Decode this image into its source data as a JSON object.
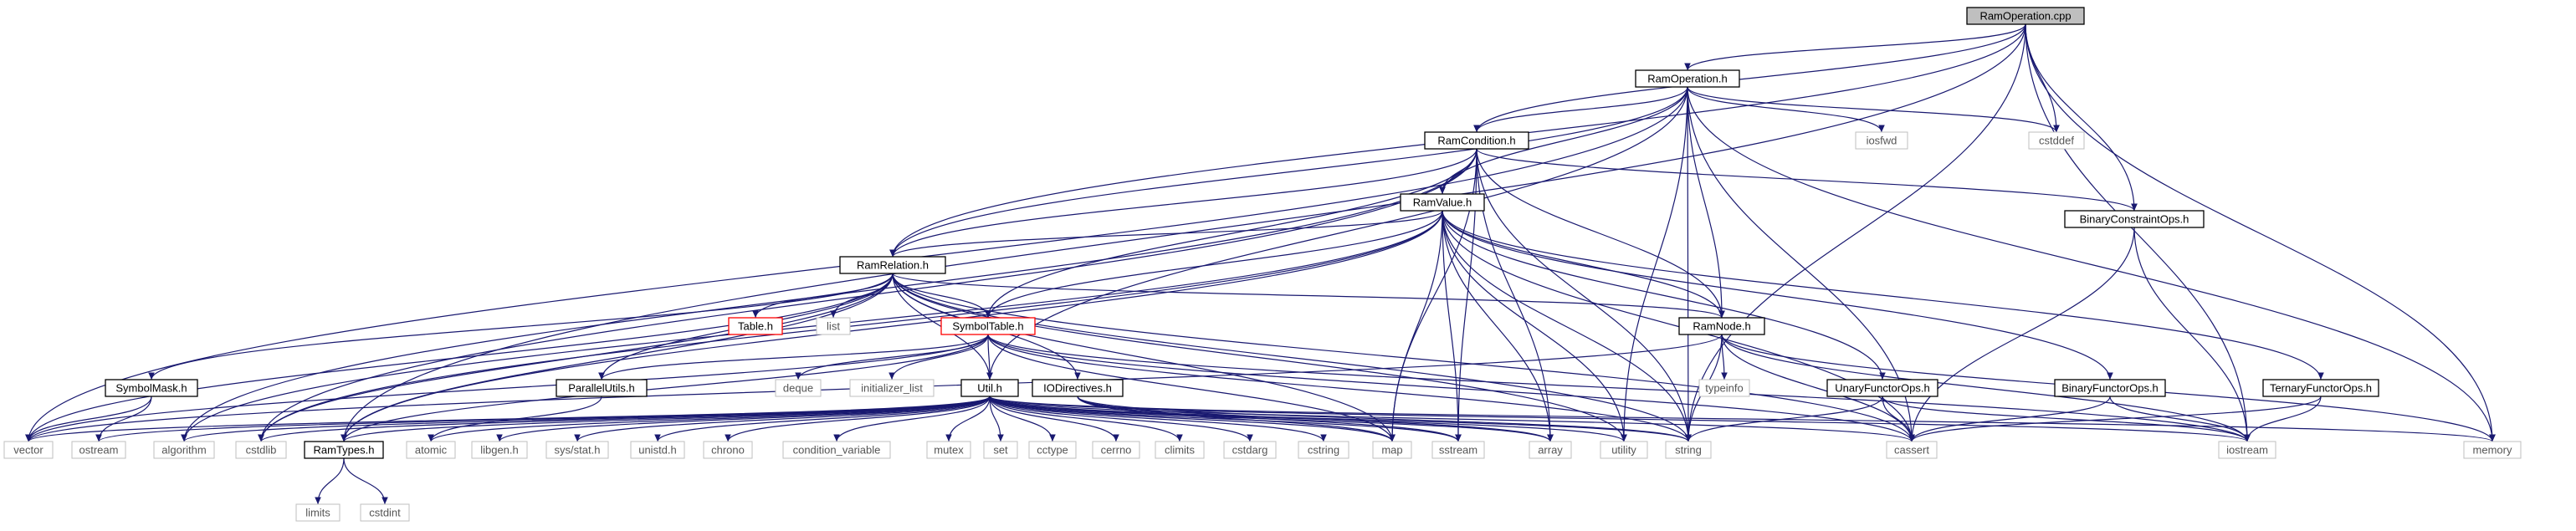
{
  "diagram": {
    "kind": "include-dependency-graph",
    "colors": {
      "edge": "#191970",
      "root_fill": "#bfbfbf",
      "local_header_border": "#000000",
      "incomplete_header_border": "#ff0000",
      "system_header_border": "#bfbfbf"
    },
    "nodes": [
      {
        "id": "RamOperation.cpp",
        "label": "RamOperation.cpp",
        "kind": "root"
      },
      {
        "id": "RamOperation.h",
        "label": "RamOperation.h",
        "kind": "file"
      },
      {
        "id": "RamCondition.h",
        "label": "RamCondition.h",
        "kind": "file"
      },
      {
        "id": "RamValue.h",
        "label": "RamValue.h",
        "kind": "file"
      },
      {
        "id": "RamRelation.h",
        "label": "RamRelation.h",
        "kind": "file"
      },
      {
        "id": "RamNode.h",
        "label": "RamNode.h",
        "kind": "file"
      },
      {
        "id": "BinaryConstraintOps.h",
        "label": "BinaryConstraintOps.h",
        "kind": "file"
      },
      {
        "id": "SymbolTable.h",
        "label": "SymbolTable.h",
        "kind": "red"
      },
      {
        "id": "Table.h",
        "label": "Table.h",
        "kind": "red"
      },
      {
        "id": "Util.h",
        "label": "Util.h",
        "kind": "file"
      },
      {
        "id": "SymbolMask.h",
        "label": "SymbolMask.h",
        "kind": "file"
      },
      {
        "id": "ParallelUtils.h",
        "label": "ParallelUtils.h",
        "kind": "file"
      },
      {
        "id": "IODirectives.h",
        "label": "IODirectives.h",
        "kind": "file"
      },
      {
        "id": "UnaryFunctorOps.h",
        "label": "UnaryFunctorOps.h",
        "kind": "file"
      },
      {
        "id": "BinaryFunctorOps.h",
        "label": "BinaryFunctorOps.h",
        "kind": "file"
      },
      {
        "id": "TernaryFunctorOps.h",
        "label": "TernaryFunctorOps.h",
        "kind": "file"
      },
      {
        "id": "RamTypes.h",
        "label": "RamTypes.h",
        "kind": "file"
      },
      {
        "id": "iosfwd",
        "label": "iosfwd",
        "kind": "system"
      },
      {
        "id": "cstddef",
        "label": "cstddef",
        "kind": "system"
      },
      {
        "id": "list",
        "label": "list",
        "kind": "system"
      },
      {
        "id": "typeinfo",
        "label": "typeinfo",
        "kind": "system"
      },
      {
        "id": "deque",
        "label": "deque",
        "kind": "system"
      },
      {
        "id": "initializer_list",
        "label": "initializer_list",
        "kind": "system"
      },
      {
        "id": "vector",
        "label": "vector",
        "kind": "system"
      },
      {
        "id": "ostream",
        "label": "ostream",
        "kind": "system"
      },
      {
        "id": "algorithm",
        "label": "algorithm",
        "kind": "system"
      },
      {
        "id": "cstdlib",
        "label": "cstdlib",
        "kind": "system"
      },
      {
        "id": "atomic",
        "label": "atomic",
        "kind": "system"
      },
      {
        "id": "libgen.h",
        "label": "libgen.h",
        "kind": "system"
      },
      {
        "id": "sys/stat.h",
        "label": "sys/stat.h",
        "kind": "system"
      },
      {
        "id": "unistd.h",
        "label": "unistd.h",
        "kind": "system"
      },
      {
        "id": "chrono",
        "label": "chrono",
        "kind": "system"
      },
      {
        "id": "condition_variable",
        "label": "condition_variable",
        "kind": "system"
      },
      {
        "id": "mutex",
        "label": "mutex",
        "kind": "system"
      },
      {
        "id": "set",
        "label": "set",
        "kind": "system"
      },
      {
        "id": "cctype",
        "label": "cctype",
        "kind": "system"
      },
      {
        "id": "cerrno",
        "label": "cerrno",
        "kind": "system"
      },
      {
        "id": "climits",
        "label": "climits",
        "kind": "system"
      },
      {
        "id": "cstdarg",
        "label": "cstdarg",
        "kind": "system"
      },
      {
        "id": "cstring",
        "label": "cstring",
        "kind": "system"
      },
      {
        "id": "map",
        "label": "map",
        "kind": "system"
      },
      {
        "id": "sstream",
        "label": "sstream",
        "kind": "system"
      },
      {
        "id": "array",
        "label": "array",
        "kind": "system"
      },
      {
        "id": "utility",
        "label": "utility",
        "kind": "system"
      },
      {
        "id": "string",
        "label": "string",
        "kind": "system"
      },
      {
        "id": "cassert",
        "label": "cassert",
        "kind": "system"
      },
      {
        "id": "iostream",
        "label": "iostream",
        "kind": "system"
      },
      {
        "id": "memory",
        "label": "memory",
        "kind": "system"
      },
      {
        "id": "limits",
        "label": "limits",
        "kind": "system"
      },
      {
        "id": "cstdint",
        "label": "cstdint",
        "kind": "system"
      }
    ],
    "edges": [
      [
        "RamOperation.cpp",
        "RamOperation.h"
      ],
      [
        "RamOperation.cpp",
        "RamCondition.h"
      ],
      [
        "RamOperation.cpp",
        "RamRelation.h"
      ],
      [
        "RamOperation.cpp",
        "RamTypes.h"
      ],
      [
        "RamOperation.cpp",
        "string"
      ],
      [
        "RamOperation.cpp",
        "cstddef"
      ],
      [
        "RamOperation.cpp",
        "BinaryConstraintOps.h"
      ],
      [
        "RamOperation.cpp",
        "iostream"
      ],
      [
        "RamOperation.cpp",
        "memory"
      ],
      [
        "RamOperation.h",
        "RamCondition.h"
      ],
      [
        "RamOperation.h",
        "RamRelation.h"
      ],
      [
        "RamOperation.h",
        "RamValue.h"
      ],
      [
        "RamOperation.h",
        "RamNode.h"
      ],
      [
        "RamOperation.h",
        "Util.h"
      ],
      [
        "RamOperation.h",
        "iosfwd"
      ],
      [
        "RamOperation.h",
        "cstddef"
      ],
      [
        "RamOperation.h",
        "cassert"
      ],
      [
        "RamOperation.h",
        "memory"
      ],
      [
        "RamOperation.h",
        "string"
      ],
      [
        "RamOperation.h",
        "vector"
      ],
      [
        "RamOperation.h",
        "utility"
      ],
      [
        "RamCondition.h",
        "RamValue.h"
      ],
      [
        "RamCondition.h",
        "RamRelation.h"
      ],
      [
        "RamCondition.h",
        "RamNode.h"
      ],
      [
        "RamCondition.h",
        "SymbolTable.h"
      ],
      [
        "RamCondition.h",
        "BinaryConstraintOps.h"
      ],
      [
        "RamCondition.h",
        "algorithm"
      ],
      [
        "RamCondition.h",
        "cstdlib"
      ],
      [
        "RamCondition.h",
        "map"
      ],
      [
        "RamCondition.h",
        "sstream"
      ],
      [
        "RamCondition.h",
        "string"
      ],
      [
        "RamCondition.h",
        "array"
      ],
      [
        "RamValue.h",
        "RamRelation.h"
      ],
      [
        "RamValue.h",
        "RamNode.h"
      ],
      [
        "RamValue.h",
        "SymbolTable.h"
      ],
      [
        "RamValue.h",
        "UnaryFunctorOps.h"
      ],
      [
        "RamValue.h",
        "BinaryFunctorOps.h"
      ],
      [
        "RamValue.h",
        "TernaryFunctorOps.h"
      ],
      [
        "RamValue.h",
        "RamTypes.h"
      ],
      [
        "RamValue.h",
        "algorithm"
      ],
      [
        "RamValue.h",
        "cstdlib"
      ],
      [
        "RamValue.h",
        "sstream"
      ],
      [
        "RamValue.h",
        "array"
      ],
      [
        "RamValue.h",
        "utility"
      ],
      [
        "RamValue.h",
        "string"
      ],
      [
        "RamValue.h",
        "cassert"
      ],
      [
        "RamValue.h",
        "map"
      ],
      [
        "RamRelation.h",
        "RamNode.h"
      ],
      [
        "RamRelation.h",
        "Table.h"
      ],
      [
        "RamRelation.h",
        "list"
      ],
      [
        "RamRelation.h",
        "SymbolTable.h"
      ],
      [
        "RamRelation.h",
        "IODirectives.h"
      ],
      [
        "RamRelation.h",
        "Util.h"
      ],
      [
        "RamRelation.h",
        "SymbolMask.h"
      ],
      [
        "RamRelation.h",
        "ParallelUtils.h"
      ],
      [
        "RamRelation.h",
        "RamTypes.h"
      ],
      [
        "RamRelation.h",
        "vector"
      ],
      [
        "RamRelation.h",
        "cstdlib"
      ],
      [
        "RamRelation.h",
        "map"
      ],
      [
        "RamRelation.h",
        "string"
      ],
      [
        "RamRelation.h",
        "utility"
      ],
      [
        "RamRelation.h",
        "cassert"
      ],
      [
        "RamNode.h",
        "typeinfo"
      ],
      [
        "RamNode.h",
        "cassert"
      ],
      [
        "RamNode.h",
        "iostream"
      ],
      [
        "RamNode.h",
        "memory"
      ],
      [
        "RamNode.h",
        "vector"
      ],
      [
        "RamNode.h",
        "string"
      ],
      [
        "BinaryConstraintOps.h",
        "cassert"
      ],
      [
        "BinaryConstraintOps.h",
        "iostream"
      ],
      [
        "SymbolTable.h",
        "Util.h"
      ],
      [
        "SymbolTable.h",
        "ParallelUtils.h"
      ],
      [
        "SymbolTable.h",
        "deque"
      ],
      [
        "SymbolTable.h",
        "initializer_list"
      ],
      [
        "SymbolTable.h",
        "RamTypes.h"
      ],
      [
        "SymbolTable.h",
        "iostream"
      ],
      [
        "SymbolTable.h",
        "cassert"
      ],
      [
        "SymbolTable.h",
        "string"
      ],
      [
        "SymbolTable.h",
        "map"
      ],
      [
        "SymbolTable.h",
        "vector"
      ],
      [
        "Util.h",
        "vector"
      ],
      [
        "Util.h",
        "ostream"
      ],
      [
        "Util.h",
        "algorithm"
      ],
      [
        "Util.h",
        "cstdlib"
      ],
      [
        "Util.h",
        "RamTypes.h"
      ],
      [
        "Util.h",
        "atomic"
      ],
      [
        "Util.h",
        "libgen.h"
      ],
      [
        "Util.h",
        "sys/stat.h"
      ],
      [
        "Util.h",
        "unistd.h"
      ],
      [
        "Util.h",
        "chrono"
      ],
      [
        "Util.h",
        "condition_variable"
      ],
      [
        "Util.h",
        "mutex"
      ],
      [
        "Util.h",
        "set"
      ],
      [
        "Util.h",
        "cctype"
      ],
      [
        "Util.h",
        "cerrno"
      ],
      [
        "Util.h",
        "climits"
      ],
      [
        "Util.h",
        "cstdarg"
      ],
      [
        "Util.h",
        "cstring"
      ],
      [
        "Util.h",
        "map"
      ],
      [
        "Util.h",
        "sstream"
      ],
      [
        "Util.h",
        "array"
      ],
      [
        "Util.h",
        "utility"
      ],
      [
        "Util.h",
        "string"
      ],
      [
        "Util.h",
        "cassert"
      ],
      [
        "Util.h",
        "iostream"
      ],
      [
        "Util.h",
        "memory"
      ],
      [
        "SymbolMask.h",
        "vector"
      ],
      [
        "SymbolMask.h",
        "ostream"
      ],
      [
        "ParallelUtils.h",
        "atomic"
      ],
      [
        "IODirectives.h",
        "map"
      ],
      [
        "IODirectives.h",
        "sstream"
      ],
      [
        "IODirectives.h",
        "string"
      ],
      [
        "IODirectives.h",
        "array"
      ],
      [
        "UnaryFunctorOps.h",
        "string"
      ],
      [
        "UnaryFunctorOps.h",
        "cassert"
      ],
      [
        "UnaryFunctorOps.h",
        "iostream"
      ],
      [
        "BinaryFunctorOps.h",
        "cassert"
      ],
      [
        "BinaryFunctorOps.h",
        "iostream"
      ],
      [
        "TernaryFunctorOps.h",
        "cassert"
      ],
      [
        "TernaryFunctorOps.h",
        "iostream"
      ],
      [
        "RamTypes.h",
        "limits"
      ],
      [
        "RamTypes.h",
        "cstdint"
      ]
    ]
  }
}
